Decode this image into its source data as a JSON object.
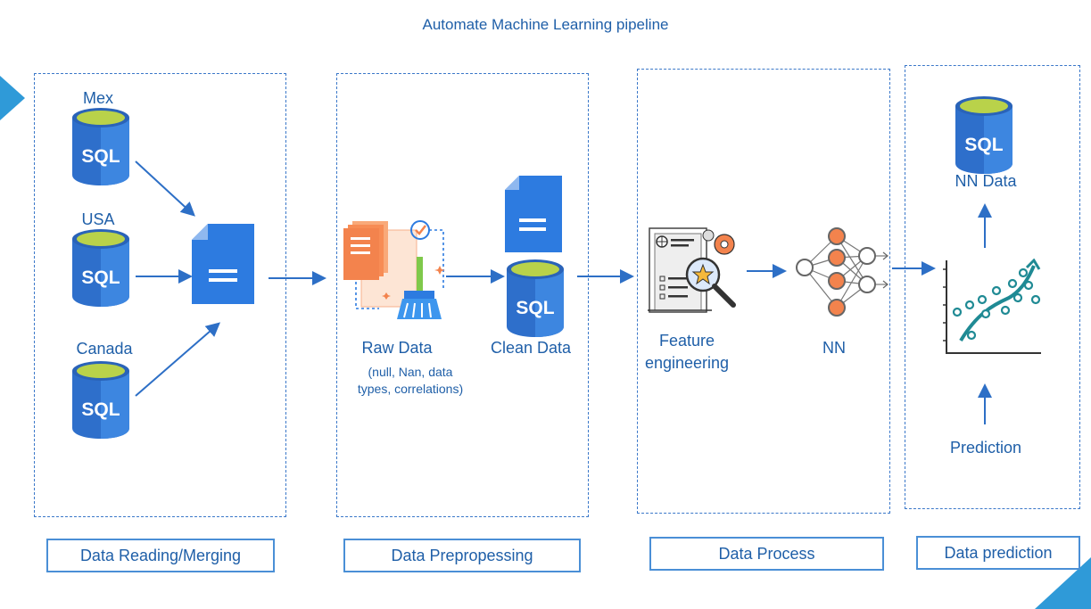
{
  "title": "Automate Machine Learning pipeline",
  "sources": {
    "mex": "Mex",
    "usa": "USA",
    "canada": "Canada",
    "sql_label": "SQL"
  },
  "preprocess": {
    "raw_data": "Raw Data",
    "raw_data_note_line1": "(null, Nan, data",
    "raw_data_note_line2": "types, correlations)",
    "clean_data": "Clean Data"
  },
  "process": {
    "feature_line1": "Feature",
    "feature_line2": "engineering",
    "nn": "NN"
  },
  "prediction": {
    "nn_data": "NN Data",
    "prediction": "Prediction"
  },
  "stages": {
    "reading": "Data Reading/Merging",
    "preprocessing": "Data Prepropessing",
    "process": "Data Process",
    "prediction": "Data prediction"
  },
  "colors": {
    "primary_blue": "#1f5fa8",
    "db_blue": "#2e6fcb",
    "db_top": "#b9d24a",
    "doc_blue": "#2d7be0",
    "accent_orange": "#f3834d"
  }
}
